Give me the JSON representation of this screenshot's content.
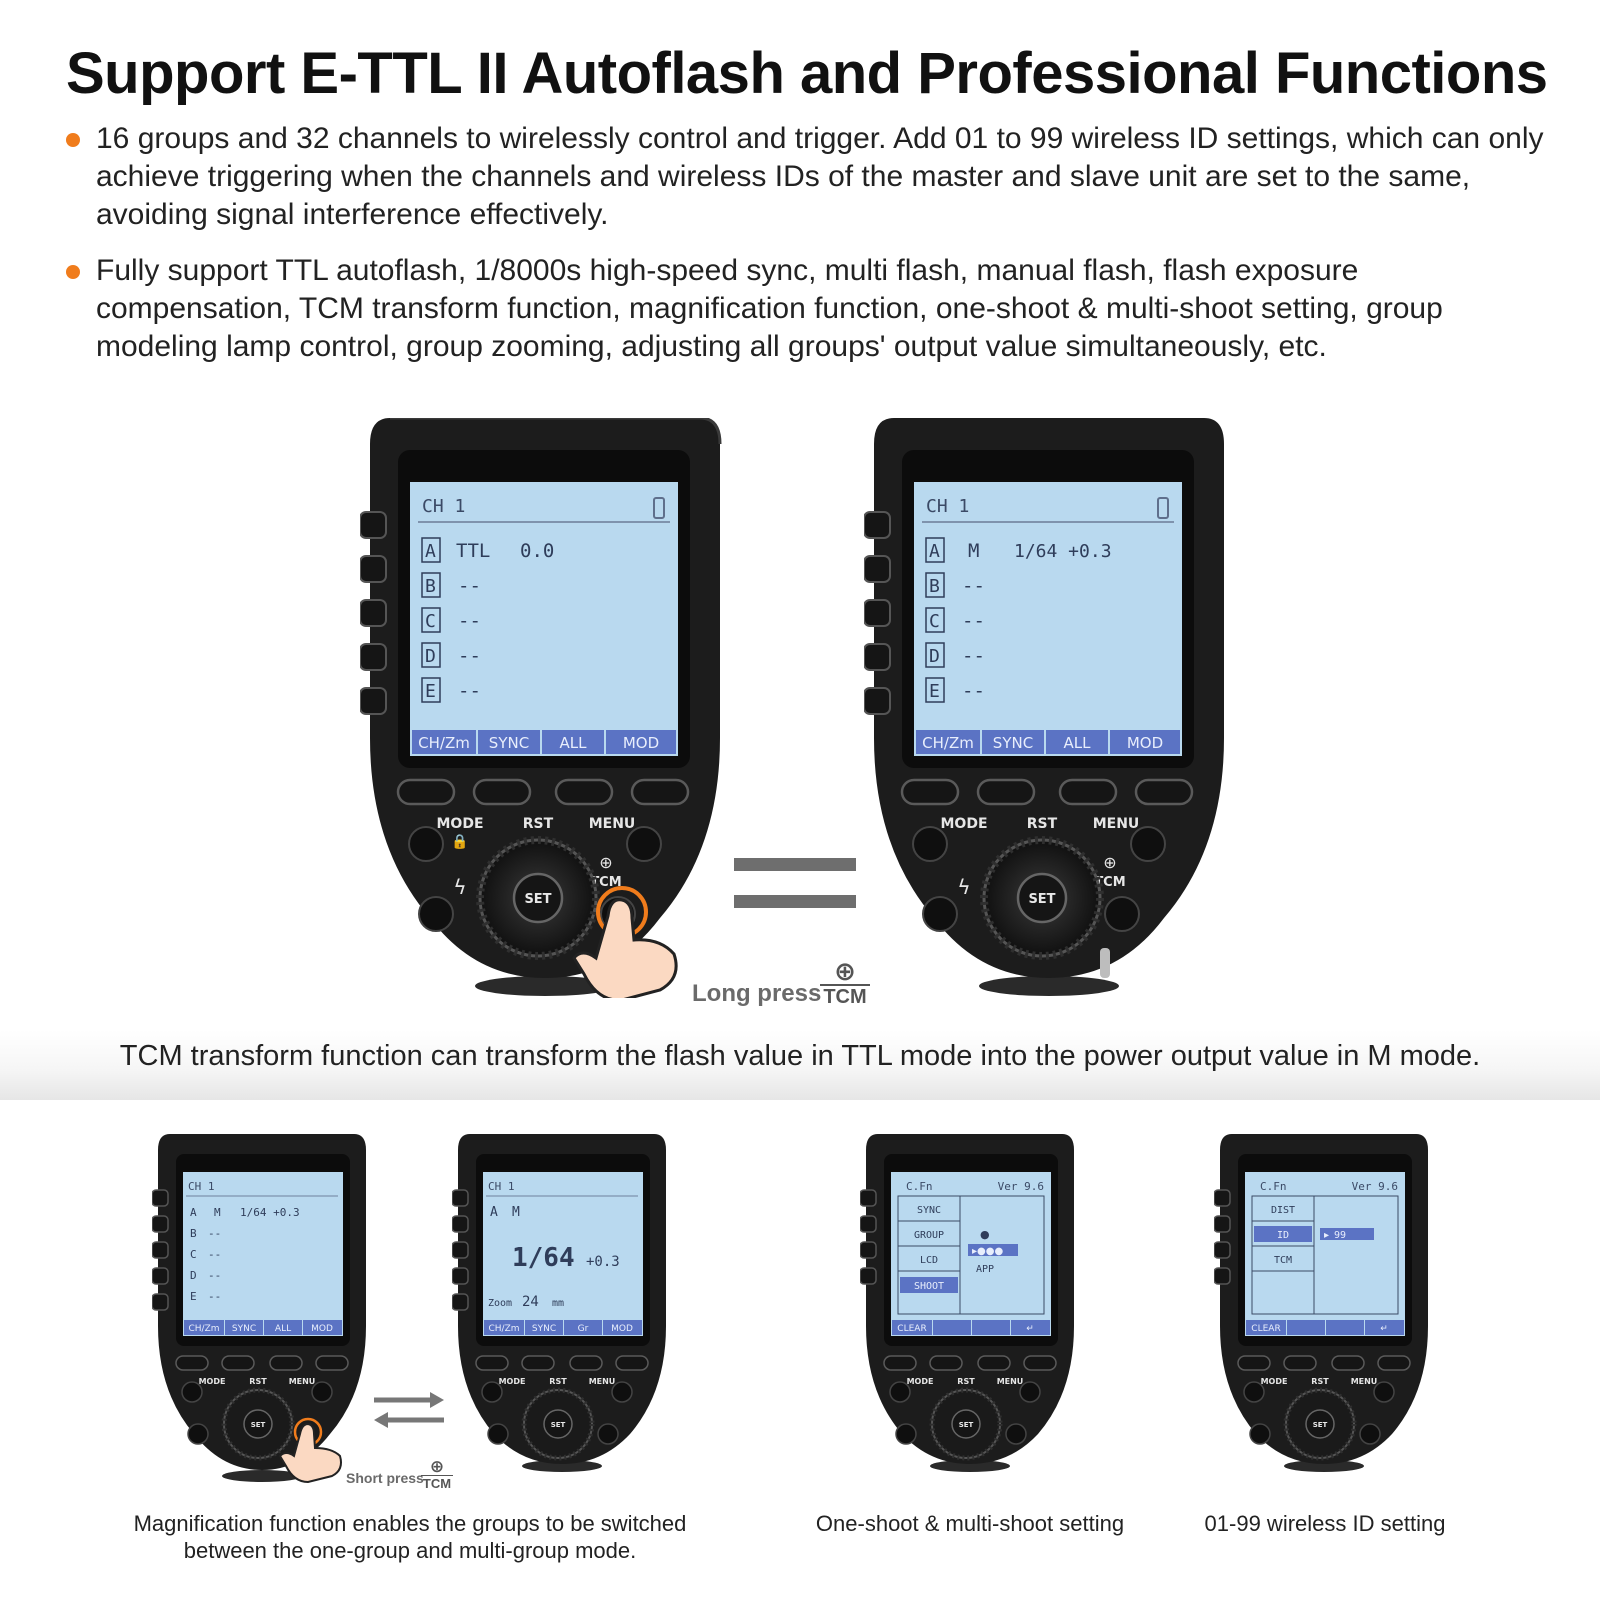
{
  "title": "Support E-TTL II Autoflash and Professional Functions",
  "bullets": [
    "16 groups and 32 channels to wirelessly control and trigger. Add 01 to 99 wireless ID settings, which can only achieve triggering when the channels and wireless IDs of the master and slave unit are set to the same, avoiding signal interference effectively.",
    "Fully support TTL autoflash, 1/8000s high-speed sync, multi flash, manual flash, flash exposure compensation, TCM transform function, magnification function, one-shoot & multi-shoot setting, group modeling lamp control, group zooming, adjusting all groups' output value simultaneously, etc."
  ],
  "colors": {
    "accent": "#f07c1c",
    "lcd": "#b9d9ef",
    "lcd_bar": "#5b73c4",
    "device": "#1c1c1c"
  },
  "device_labels": {
    "mode": "MODE",
    "rst": "RST",
    "menu": "MENU",
    "set": "SET",
    "tcm": "TCM"
  },
  "top_devices": [
    {
      "header": "CH 1",
      "rows": [
        {
          "group": "A",
          "mode": "TTL",
          "value": "0.0"
        },
        {
          "group": "B",
          "mode": "--",
          "value": ""
        },
        {
          "group": "C",
          "mode": "--",
          "value": ""
        },
        {
          "group": "D",
          "mode": "--",
          "value": ""
        },
        {
          "group": "E",
          "mode": "--",
          "value": ""
        }
      ],
      "softkeys": [
        "CH/Zm",
        "SYNC",
        "ALL",
        "MOD"
      ]
    },
    {
      "header": "CH 1",
      "rows": [
        {
          "group": "A",
          "mode": "M",
          "value": "1/64  +0.3"
        },
        {
          "group": "B",
          "mode": "--",
          "value": ""
        },
        {
          "group": "C",
          "mode": "--",
          "value": ""
        },
        {
          "group": "D",
          "mode": "--",
          "value": ""
        },
        {
          "group": "E",
          "mode": "--",
          "value": ""
        }
      ],
      "softkeys": [
        "CH/Zm",
        "SYNC",
        "ALL",
        "MOD"
      ]
    }
  ],
  "long_press": "Long press",
  "tcm_caption": "TCM transform function can transform the flash value in TTL mode into the power output value in M mode.",
  "bottom_devices": {
    "d1": {
      "header": "CH 1",
      "rows": [
        {
          "group": "A",
          "mode": "M",
          "value": "1/64  +0.3"
        },
        {
          "group": "B",
          "mode": "--",
          "value": ""
        },
        {
          "group": "C",
          "mode": "--",
          "value": ""
        },
        {
          "group": "D",
          "mode": "--",
          "value": ""
        },
        {
          "group": "E",
          "mode": "--",
          "value": ""
        }
      ],
      "softkeys": [
        "CH/Zm",
        "SYNC",
        "ALL",
        "MOD"
      ]
    },
    "d2": {
      "header": "CH 1",
      "group": "A",
      "mode": "M",
      "power": "1/64",
      "comp": "+0.3",
      "zoom_label": "Zoom",
      "zoom_value": "24",
      "zoom_unit": "mm",
      "softkeys": [
        "CH/Zm",
        "SYNC",
        "Gr",
        "MOD"
      ]
    },
    "d3": {
      "header_left": "C.Fn",
      "header_right": "Ver 9.6",
      "menu": [
        "SYNC",
        "GROUP",
        "LCD",
        "SHOOT"
      ],
      "selected": "SHOOT",
      "options": [
        "APP"
      ],
      "softkeys": [
        "CLEAR",
        "",
        "",
        "↵"
      ]
    },
    "d4": {
      "header_left": "C.Fn",
      "header_right": "Ver 9.6",
      "menu": [
        "DIST",
        "ID",
        "TCM"
      ],
      "selected": "ID",
      "value": "99",
      "softkeys": [
        "CLEAR",
        "",
        "",
        "↵"
      ]
    }
  },
  "short_press": "Short press",
  "captions": {
    "magnification": "Magnification function enables the groups to be switched between the one-group and multi-group mode.",
    "shoot": "One-shoot & multi-shoot setting",
    "wireless_id": "01-99 wireless ID setting"
  }
}
